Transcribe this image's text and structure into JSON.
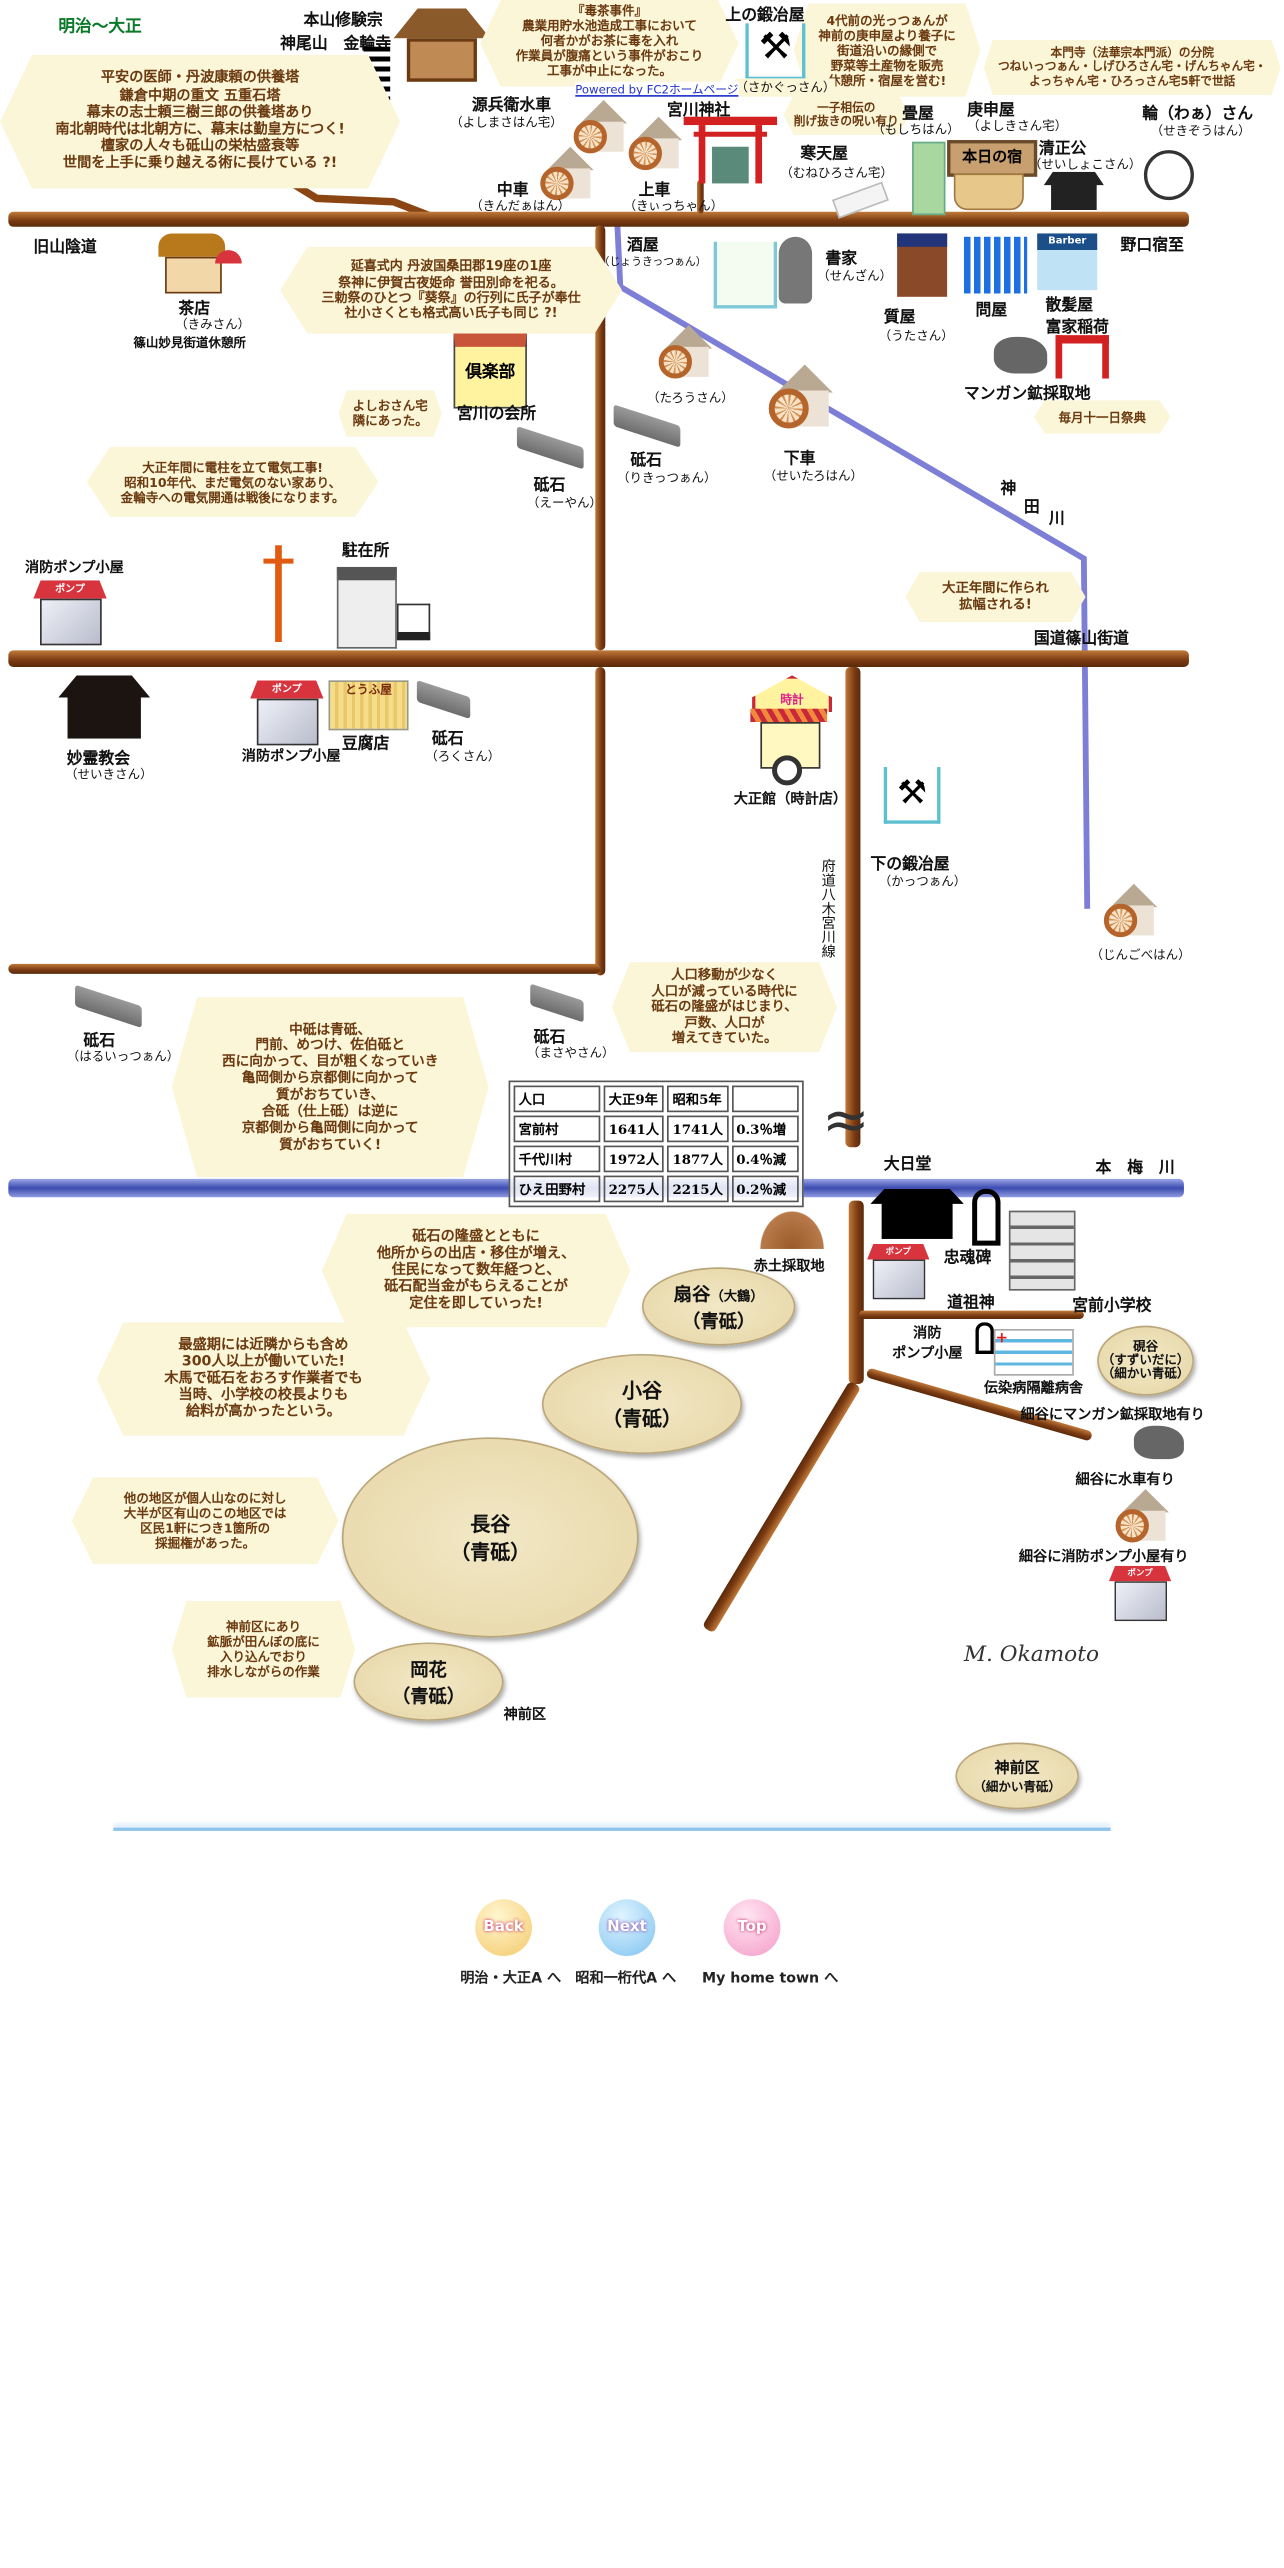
{
  "title": "明治～大正",
  "fc2_link": "Powered by FC2ホームページ",
  "temple": {
    "line1": "本山修験宗",
    "line2": "神尾山　金輪寺"
  },
  "bubbles": {
    "kanrinji": "平安の医師・丹波康頼の供養塔\n鎌倉中期の重文 五重石塔\n幕末の志士頼三樹三郎の供養塔あり\n南北朝時代は北朝方に、幕末は勤皇方につく!\n檀家の人々も砥山の栄枯盛衰等\n世間を上手に乗り越える術に長けている ?!",
    "dokucha": "『毒茶事件』\n農業用貯水池造成工事において\n何者かがお茶に毒を入れ\n作業員が腹痛という事件がおこり\n工事が中止になった。",
    "mitsu": "4代前の光っつぁんが\n神前の庚申屋より養子に\n街道沿いの縁側で\n野菜等土産物を販売\n休憩所・宿屋を営む!",
    "honmonji": "本門寺（法華宗本門派）の分院\nつねいっつぁん・しげひろさん宅・げんちゃん宅・\nよっちゃん宅・ひろっさん宅5軒で世話",
    "isshi": "一子相伝の\n削げ抜きの呪い有り",
    "engishiki": "延喜式内 丹波国桑田郡19座の1座\n祭神に伊賀古夜姫命 誉田別命を祀る。\n三勅祭のひとつ『葵祭』の行列に氏子が奉仕\n社小さくとも格式高い氏子も同じ ?!",
    "yoshio": "よしおさん宅\n隣にあった。",
    "denki": "大正年間に電柱を立て電気工事!\n昭和10年代、まだ電気のない家あり、\n金輪寺への電気開通は戦後になります。",
    "maitsuki": "毎月十一日祭典",
    "kokudo": "大正年間に作られ\n拡幅される!",
    "nakato": "中砥は青砥、\n門前、めつけ、佐伯砥と\n西に向かって、目が粗くなっていき\n亀岡側から京都側に向かって\n質がおちていき、\n合砥（仕上砥）は逆に\n京都側から亀岡側に向かって\n質がおちていく!",
    "jinko": "人口移動が少なく\n人口が減っている時代に\n砥石の隆盛がはじまり、\n戸数、人口が\n増えてきていた。",
    "ryusei": "砥石の隆盛とともに\n他所からの出店・移住が増え、\n住民になって数年経つと、\n砥石配当金がもらえることが\n定住を即していった!",
    "saiseiki": "最盛期には近隣からも含め\n300人以上が働いていた!\n木馬で砥石をおろす作業者でも\n当時、小学校の校長よりも\n給料が高かったという。",
    "hoka": "他の地区が個人山なのに対し\n大半が区有山のこの地区では\n区民1軒につき1箇所の\n採掘権があった。",
    "kanzaki": "神前区にあり\n鉱脈が田んぼの底に\n入り込んでおり\n排水しながらの作業"
  },
  "places": {
    "kaji_top": {
      "name": "上の鍛冶屋",
      "owner": "（さかぐっさん）"
    },
    "genbee": {
      "name": "源兵衛水車",
      "owner": "（よしまさはん宅）"
    },
    "naka": {
      "name": "中車",
      "owner": "（きんだぁはん）"
    },
    "kami": {
      "name": "上車",
      "owner": "（きぃっちゃん）"
    },
    "jinja": {
      "name": "宮川神社"
    },
    "kanten": {
      "name": "寒天屋",
      "owner": "（むねひろさん宅）"
    },
    "tatami": {
      "name": "畳屋",
      "owner": "（もしちはん）"
    },
    "koshin": {
      "name": "庚申屋",
      "owner": "（よしきさん宅）",
      "sign": "本日の宿"
    },
    "seisho": {
      "name": "清正公",
      "owner": "（せいしょこさん）"
    },
    "wa": {
      "name": "輪（わぁ）さん",
      "owner": "（せきぞうはん）"
    },
    "kyu_sanin": "旧山陰道",
    "noguchi": "野口宿至",
    "chamise": {
      "name": "茶店",
      "owner": "（きみさん）",
      "note": "篠山妙見街道休憩所"
    },
    "club": {
      "sign": "倶楽部",
      "name": "宮川の会所"
    },
    "toishi_eyan": {
      "name": "砥石",
      "owner": "（えーやん）"
    },
    "sakaya": {
      "name": "酒屋",
      "owner": "（じょうきっつぁん）"
    },
    "shoka": {
      "name": "書家",
      "owner": "（せんざん）"
    },
    "shichiya": {
      "name": "質屋",
      "owner": "（うたさん）"
    },
    "tonya": {
      "name": "問屋"
    },
    "sanpatsu": {
      "name": "散髪屋",
      "sign": "Barber"
    },
    "inari": {
      "name": "富家稲荷"
    },
    "mangan": {
      "name": "マンガン鉱採取地"
    },
    "taro": {
      "owner": "（たろうさん）"
    },
    "toishi_riki": {
      "name": "砥石",
      "owner": "（りきっつぁん）"
    },
    "shimo": {
      "name": "下車",
      "owner": "（せいたろはん）"
    },
    "kanda": [
      "神",
      "田",
      "川"
    ],
    "pump1": {
      "name": "消防ポンプ小屋"
    },
    "pump_sign": "ポンプ",
    "chuzai": {
      "name": "駐在所"
    },
    "kokudo": "国道篠山街道",
    "myorei": {
      "name": "妙霊教会",
      "owner": "（せいきさん）"
    },
    "pump2": {
      "name": "消防ポンプ小屋"
    },
    "tofu": {
      "name": "豆腐店",
      "sign": "とうふ屋"
    },
    "toishi_roku": {
      "name": "砥石",
      "owner": "（ろくさん）"
    },
    "taisho": {
      "name": "大正館（時計店）",
      "sign": "時計"
    },
    "kaji_bottom": {
      "name": "下の鍛冶屋",
      "owner": "（かっつぁん）"
    },
    "fudo": "府道八木宮川線",
    "jingobe": {
      "owner": "（じんごべはん）"
    },
    "toishi_haru": {
      "name": "砥石",
      "owner": "（はるいっつぁん）"
    },
    "toishi_masaya": {
      "name": "砥石",
      "owner": "（まさやさん）"
    },
    "dainichi": "大日堂",
    "honme": "本　梅　川",
    "akatsuchi": "赤土採取地",
    "chukonhi": "忠魂碑",
    "dosojin": "道祖神",
    "school": "宮前小学校",
    "pump3": "消防\nポンプ小屋",
    "hospital": "伝染病隔離病舎",
    "suzuridani": "硯谷\n（すずいだに）\n（細かい青砥）",
    "hosotani_mangan": "細谷にマンガン鉱採取地有り",
    "hosotani_wheel": "細谷に水車有り",
    "hosotani_pump": "細谷に消防ポンプ小屋有り",
    "kanzaki_label": "神前区"
  },
  "quarries": {
    "ogidani": {
      "name": "扇谷",
      "alt": "（大鶴）",
      "type": "（青砥）"
    },
    "kodani": {
      "name": "小谷",
      "type": "（青砥）"
    },
    "nagatani": {
      "name": "長谷",
      "type": "（青砥）"
    },
    "okabana": {
      "name": "岡花",
      "type": "（青砥）"
    },
    "kanzaki": {
      "name": "神前区",
      "type": "（細かい青砥）"
    }
  },
  "population_table": {
    "headers": [
      "人口",
      "大正9年",
      "昭和5年",
      ""
    ],
    "rows": [
      [
        "宮前村",
        "1641人",
        "1741人",
        "0.3％増"
      ],
      [
        "千代川村",
        "1972人",
        "1877人",
        "0.4％減"
      ],
      [
        "ひえ田野村",
        "2275人",
        "2215人",
        "0.2％減"
      ]
    ]
  },
  "signature": "M. Okamoto",
  "nav": [
    {
      "button": "Back",
      "label": "明治・大正A へ",
      "color": "#f5c96a"
    },
    {
      "button": "Next",
      "label": "昭和一桁代A へ",
      "color": "#7ec3f0"
    },
    {
      "button": "Top",
      "label": "My home town へ",
      "color": "#f49bc8"
    }
  ]
}
